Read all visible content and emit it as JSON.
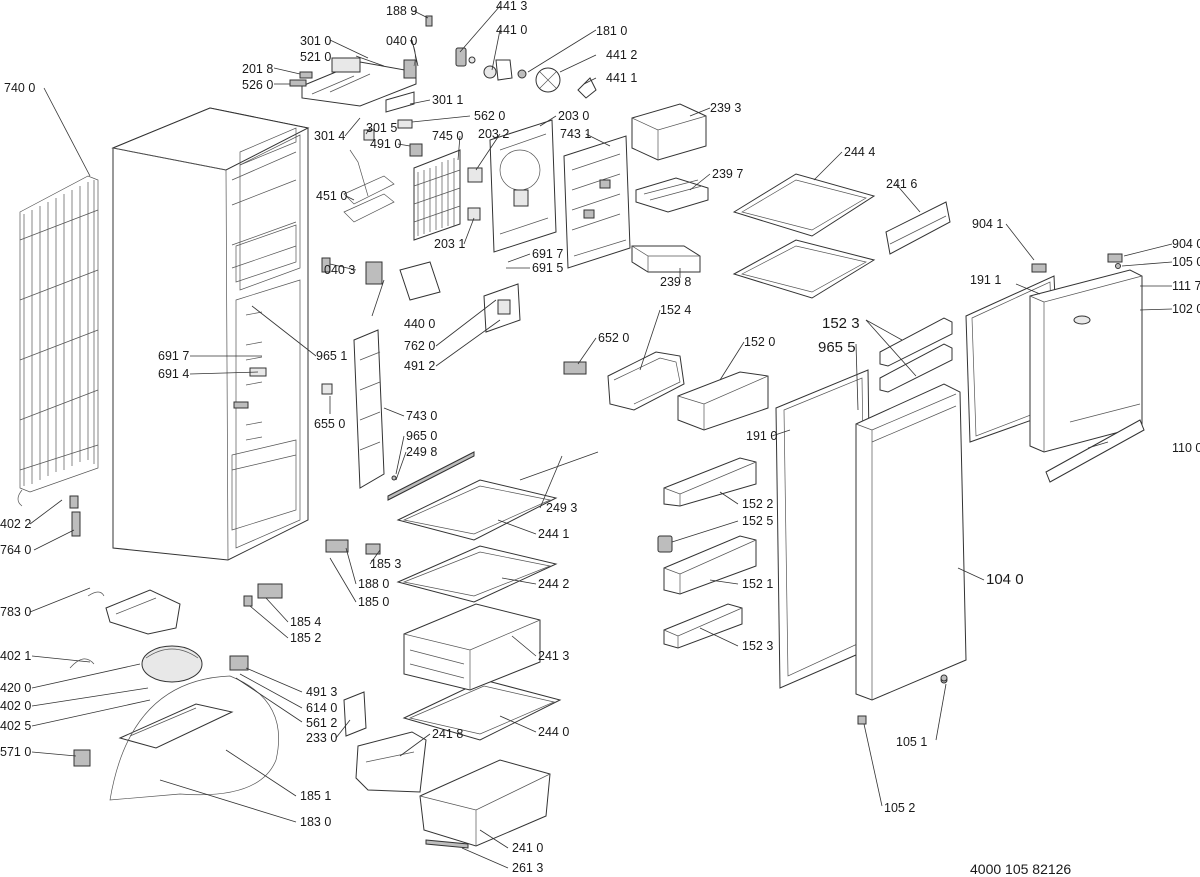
{
  "diagram": {
    "document_number": "4000 105 82126",
    "part_labels": [
      "188 9",
      "441 3",
      "441 0",
      "181 0",
      "441 2",
      "441 1",
      "301 0",
      "521 0",
      "040 0",
      "201 8",
      "526 0",
      "740 0",
      "301 1",
      "301 4",
      "301 5",
      "562 0",
      "203 0",
      "239 3",
      "745 0",
      "203 2",
      "743 1",
      "491 0",
      "451 0",
      "239 7",
      "244 4",
      "241 6",
      "203 1",
      "904 1",
      "904 0",
      "105 0",
      "691 7",
      "691 5",
      "191 1",
      "111 7",
      "102 0",
      "040 3",
      "239 8",
      "440 0",
      "152 4",
      "652 0",
      "152 0",
      "152 3",
      "965 5",
      "762 0",
      "491 2",
      "691 7",
      "691 4",
      "965 1",
      "655 0",
      "743 0",
      "965 0",
      "249 8",
      "191 0",
      "110 0",
      "249 3",
      "244 1",
      "152 2",
      "152 5",
      "402 2",
      "185 3",
      "764 0",
      "188 0",
      "244 2",
      "152 1",
      "104 0",
      "185 0",
      "783 0",
      "185 4",
      "185 2",
      "152 3",
      "241 3",
      "402 1",
      "420 0",
      "491 3",
      "402 0",
      "614 0",
      "561 2",
      "402 5",
      "233 0",
      "244 0",
      "241 8",
      "105 1",
      "571 0",
      "185 1",
      "105 2",
      "183 0",
      "241 0",
      "261 3"
    ]
  }
}
